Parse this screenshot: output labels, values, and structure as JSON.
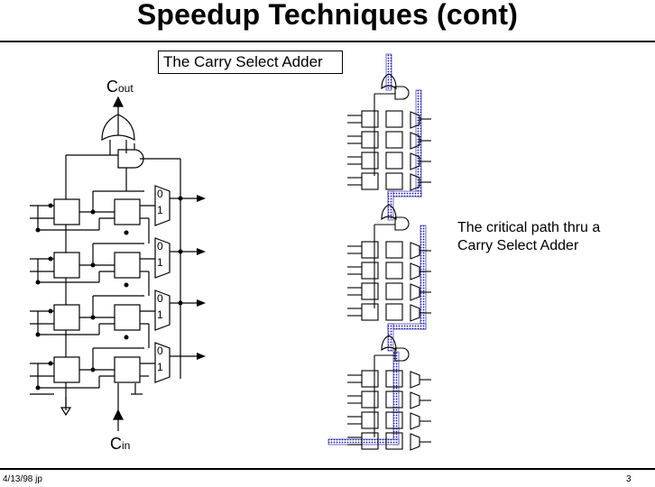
{
  "title": "Speedup Techniques (cont)",
  "box_label": "The Carry Select Adder",
  "critical_text": [
    "The critical path thru a",
    "Carry Select Adder"
  ],
  "cout": {
    "main": "C",
    "sub": "out"
  },
  "cin": {
    "main": "C",
    "sub": "in"
  },
  "mux_labels": [
    "0",
    "1"
  ],
  "footer": {
    "left": "4/13/98 jp",
    "right": "3"
  },
  "colors": {
    "ink": "#000000",
    "critical_path": "#1a1aa0"
  }
}
